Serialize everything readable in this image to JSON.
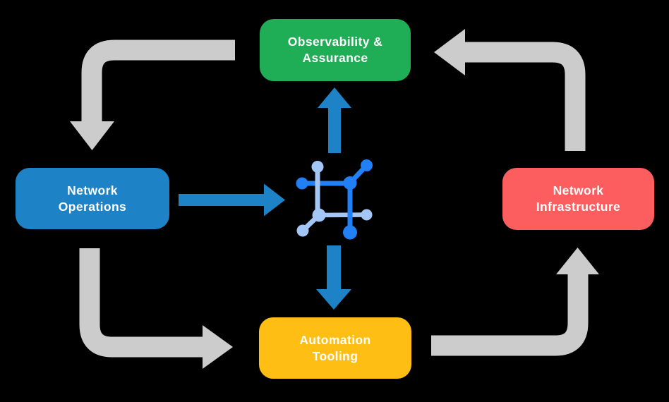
{
  "nodes": {
    "observability": {
      "line1": "Observability &",
      "line2": "Assurance",
      "color": "#1FAD56"
    },
    "operations": {
      "line1": "Network",
      "line2": "Operations",
      "color": "#1E82C6"
    },
    "infrastructure": {
      "line1": "Network",
      "line2": "Infrastructure",
      "color": "#FC5D5F"
    },
    "automation": {
      "line1": "Automation",
      "line2": "Tooling",
      "color": "#FFBE14"
    }
  },
  "edges": [
    {
      "from": "observability",
      "to": "operations",
      "style": "gray-elbow"
    },
    {
      "from": "operations",
      "to": "automation",
      "style": "gray-elbow"
    },
    {
      "from": "automation",
      "to": "infrastructure",
      "style": "gray-elbow"
    },
    {
      "from": "infrastructure",
      "to": "observability",
      "style": "gray-elbow"
    },
    {
      "from": "operations",
      "to": "center-icon",
      "style": "blue-straight"
    },
    {
      "from": "center-icon",
      "to": "observability",
      "style": "blue-straight"
    },
    {
      "from": "center-icon",
      "to": "automation",
      "style": "blue-straight"
    }
  ],
  "icon": {
    "name": "network-mesh-icon"
  },
  "colors": {
    "background": "#000000",
    "arrow_gray": "#CCCCCC",
    "arrow_blue": "#1E82C6",
    "icon_blue_bright": "#2180F5",
    "icon_blue_light": "#A4C6F4",
    "text": "#FFFFFF"
  }
}
